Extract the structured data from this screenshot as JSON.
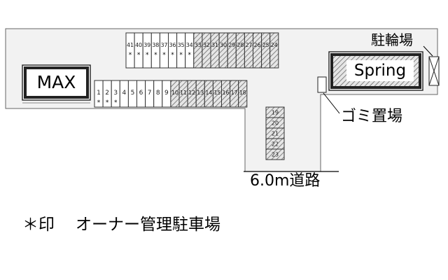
{
  "buildings": {
    "max": "MAX",
    "spring": "Spring"
  },
  "labels": {
    "bicycle": "駐輪場",
    "garbage": "ゴミ置場",
    "road": "6.0m道路"
  },
  "note": {
    "asterisk_mark": "＊印",
    "text": "オーナー管理駐車場"
  },
  "parking": {
    "bottom_row": [
      {
        "no": "1",
        "mark": "*"
      },
      {
        "no": "2",
        "mark": "*"
      },
      {
        "no": "3",
        "mark": "*"
      },
      {
        "no": "4"
      },
      {
        "no": "5"
      },
      {
        "no": "6"
      },
      {
        "no": "7"
      },
      {
        "no": "8"
      },
      {
        "no": "9"
      },
      {
        "no": "10",
        "hatched": true
      },
      {
        "no": "11",
        "hatched": true
      },
      {
        "no": "12",
        "hatched": true
      },
      {
        "no": "13",
        "hatched": true
      },
      {
        "no": "14",
        "hatched": true
      },
      {
        "no": "15",
        "hatched": true
      },
      {
        "no": "16",
        "hatched": true
      },
      {
        "no": "17",
        "hatched": true
      },
      {
        "no": "18",
        "hatched": true
      }
    ],
    "column": [
      {
        "no": "19",
        "hatched": true
      },
      {
        "no": "20",
        "hatched": true
      },
      {
        "no": "21",
        "hatched": true
      },
      {
        "no": "22",
        "hatched": true
      },
      {
        "no": "23",
        "hatched": true
      }
    ],
    "top_row": [
      {
        "no": "41",
        "mark": "*"
      },
      {
        "no": "40",
        "mark": "*"
      },
      {
        "no": "39",
        "mark": "*"
      },
      {
        "no": "38",
        "mark": "*"
      },
      {
        "no": "37",
        "mark": "*"
      },
      {
        "no": "36",
        "mark": "*"
      },
      {
        "no": "35",
        "mark": "*"
      },
      {
        "no": "34",
        "mark": "*"
      },
      {
        "no": "33",
        "hatched": true
      },
      {
        "no": "32",
        "hatched": true
      },
      {
        "no": "31",
        "hatched": true
      },
      {
        "no": "30",
        "hatched": true
      },
      {
        "no": "29",
        "hatched": true
      },
      {
        "no": "28",
        "hatched": true
      },
      {
        "no": "27",
        "hatched": true
      },
      {
        "no": "26",
        "hatched": true
      },
      {
        "no": "25",
        "hatched": true
      },
      {
        "no": "24",
        "hatched": true
      }
    ]
  }
}
